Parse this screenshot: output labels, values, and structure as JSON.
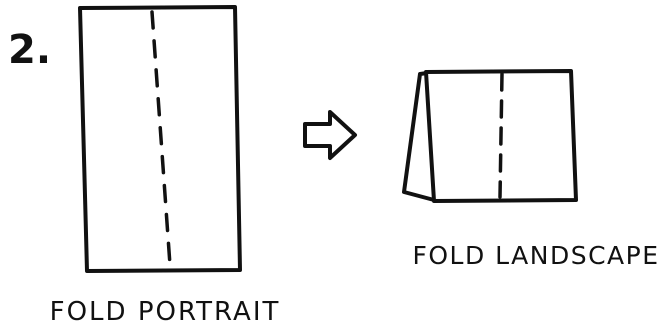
{
  "step": {
    "number": "2."
  },
  "labels": {
    "portrait": "FOLD PORTRAIT",
    "landscape": "FOLD LANDSCAPE"
  },
  "icons": {
    "arrow": "right-arrow-icon"
  },
  "colors": {
    "ink": "#111111",
    "paper": "#ffffff"
  }
}
